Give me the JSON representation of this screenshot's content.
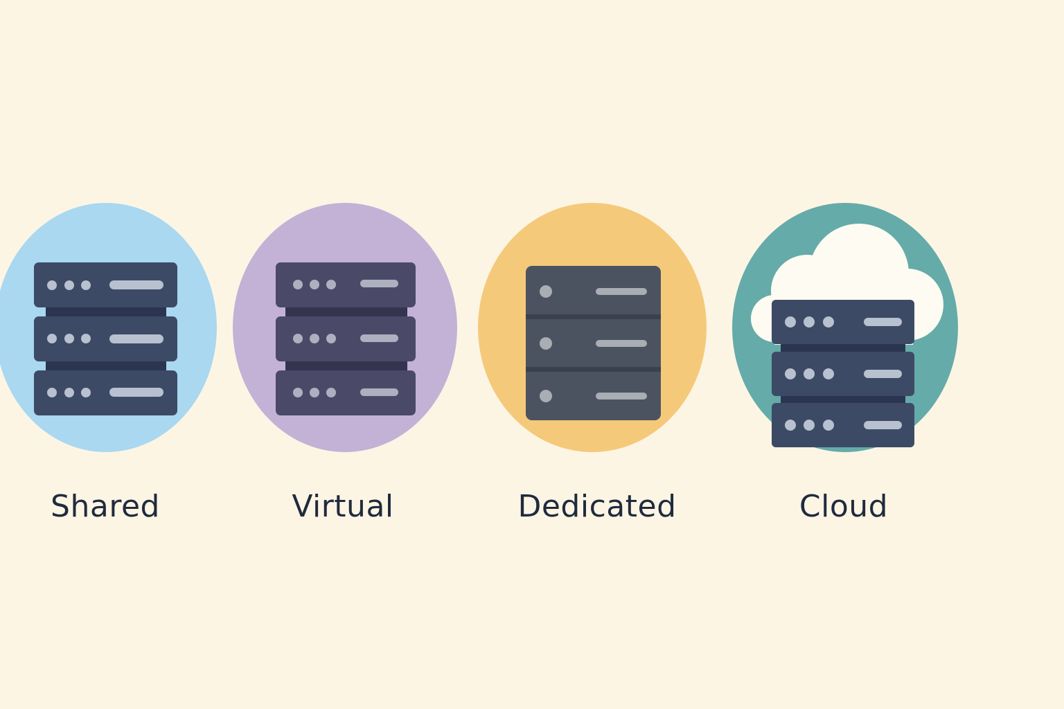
{
  "items": [
    {
      "label": "Shared",
      "icon": "server-rack-icon",
      "color": "#a9d8f0"
    },
    {
      "label": "Virtual",
      "icon": "virtual-server-icon",
      "color": "#c3b2d6"
    },
    {
      "label": "Dedicated",
      "icon": "dedicated-server-icon",
      "color": "#f5c97a"
    },
    {
      "label": "Cloud",
      "icon": "cloud-server-icon",
      "color": "#65aba9"
    }
  ]
}
